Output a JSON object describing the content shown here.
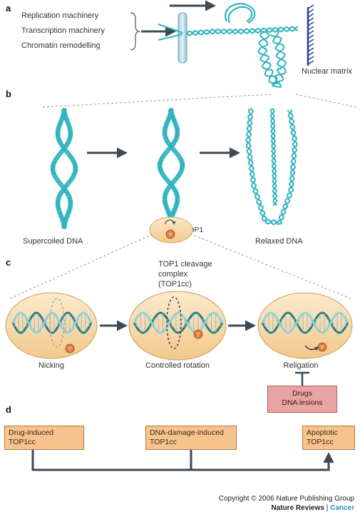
{
  "panels": {
    "a": "a",
    "b": "b",
    "c": "c",
    "d": "d"
  },
  "panel_a": {
    "machinery": [
      "Replication machinery",
      "Transcription machinery",
      "Chromatin remodelling"
    ],
    "nuclear_matrix": "Nuclear matrix"
  },
  "panel_b": {
    "supercoiled": "Supercoiled DNA",
    "top1": "TOP1",
    "y": "Y",
    "relaxed": "Relaxed DNA"
  },
  "panel_c": {
    "cleavage_title": "TOP1 cleavage\ncomplex\n(TOP1cc)",
    "steps": [
      "Nicking",
      "Controlled rotation",
      "Religation"
    ],
    "y": "Y",
    "drugs": "Drugs\nDNA lesions"
  },
  "panel_d": {
    "boxes": [
      "Drug-induced\nTOP1cc",
      "DNA-damage-induced\nTOP1cc",
      "Apoptotic\nTOP1cc"
    ]
  },
  "copyright": {
    "line1": "Copyright © 2006 Nature Publishing Group",
    "line2_a": "Nature Reviews",
    "line2_sep": " | ",
    "line2_b": "Cancer"
  },
  "colors": {
    "dna": "#2fb3c0",
    "arrow": "#3b4a55",
    "oval": "#f7dcae",
    "box": "#f6c38f",
    "drug_box": "#e8a3a3",
    "matrix": "#2e3f8f"
  }
}
